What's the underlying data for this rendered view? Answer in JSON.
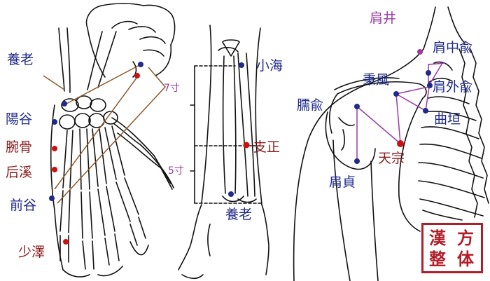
{
  "labels": {
    "yanglao_left": "養老",
    "yanggu": "陽谷",
    "wangu": "腕骨",
    "houxi": "后溪",
    "qiangu": "前谷",
    "shaoze": "少澤",
    "xiaohai": "小海",
    "zhizheng": "支正",
    "yanglao_arm": "養老",
    "cun7": "7寸",
    "cun5": "5寸",
    "jianjing": "肩井",
    "jianzhongshu": "肩中兪",
    "bingfeng": "秉風",
    "jianwaishu": "肩外兪",
    "naoshu": "臑兪",
    "quyuan": "曲垣",
    "tianzong": "天宗",
    "jianzhen": "肩貞"
  },
  "seal": {
    "chars": [
      "漢",
      "方",
      "整",
      "体"
    ]
  },
  "colors": {
    "point_blue": "#1f2a8c",
    "point_red": "#cc1111",
    "point_purple": "#9b3aa6",
    "label_blue": "#1f2a8c",
    "label_red": "#8b1a1a",
    "label_purple": "#9b3aa6",
    "meridian_brown": "#8b5a2b",
    "seal_red": "#b11e2a"
  }
}
